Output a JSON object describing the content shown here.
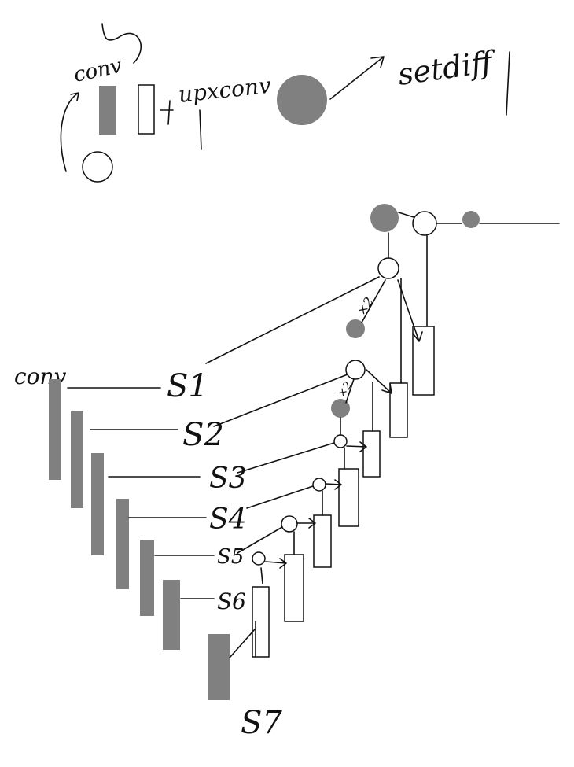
{
  "legend": {
    "conv_label": "conv",
    "upconv_label": "upxconv",
    "setdiff_label": "setdiff"
  },
  "encoder": {
    "conv_label": "conv",
    "scale_labels": [
      "S1",
      "S2",
      "S3",
      "S4",
      "S5",
      "S6",
      "S7"
    ]
  },
  "decoder": {
    "upsample_labels": [
      "×2",
      "×2"
    ]
  },
  "colors": {
    "ink": "#111111",
    "fill_gray": "#808080",
    "background": "#ffffff"
  }
}
